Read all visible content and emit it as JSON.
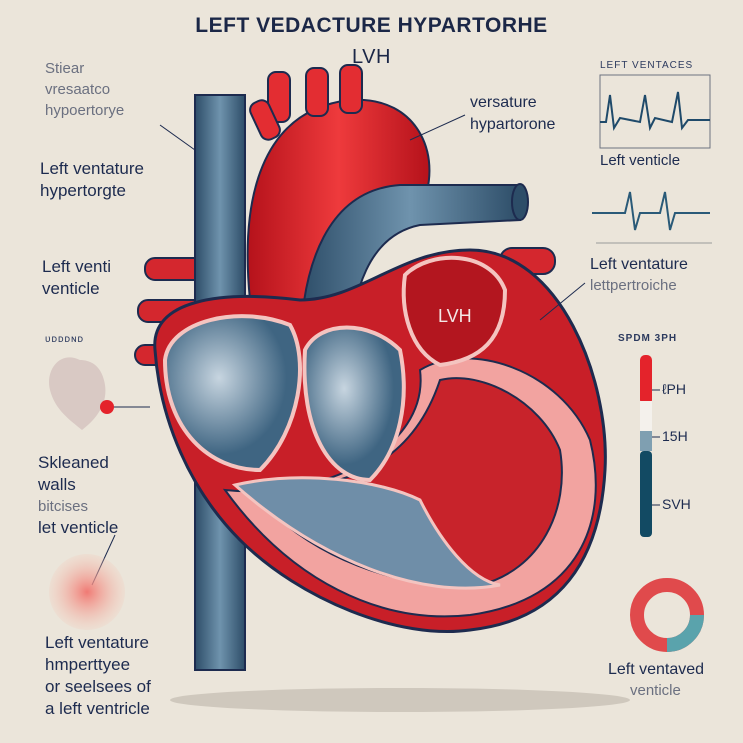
{
  "title": {
    "line1": "LEFT VEDACTURE HYPARTORHE",
    "line2": "LVH"
  },
  "left_labels": {
    "top": [
      "Stiear",
      "vresaatco",
      "hypoertorye"
    ],
    "label1": [
      "Left ventature",
      "hypertorgte"
    ],
    "label2": [
      "Left venti",
      "venticle"
    ],
    "small_caption": "ᴜᴅᴅᴅɴᴅ",
    "label3": [
      "Skleaned",
      "walls",
      "bitcises",
      "let venticle"
    ],
    "label4": [
      "Left ventature",
      "hmperttyee",
      "or seelsees of",
      "a left ventricle"
    ]
  },
  "center_labels": {
    "callout": [
      "versature",
      "hypartorone"
    ],
    "lvh": "LVH"
  },
  "right_panel": {
    "ecg_title": "LEFT VENTACES",
    "ecg_caption": "Left venticle",
    "callout": [
      "Left ventature",
      "lettpertroiche"
    ],
    "scale_title": "SPDM 3PH",
    "scale_ticks": [
      "ℓPH",
      "15H",
      "SVH"
    ],
    "donut_caption": [
      "Left ventaved",
      "venticle"
    ]
  },
  "colors": {
    "background": "#ebe5da",
    "red": "#d8242c",
    "blue": "#3f6582",
    "navy": "#1d2b4f",
    "muscle": "#f2a3a0"
  }
}
